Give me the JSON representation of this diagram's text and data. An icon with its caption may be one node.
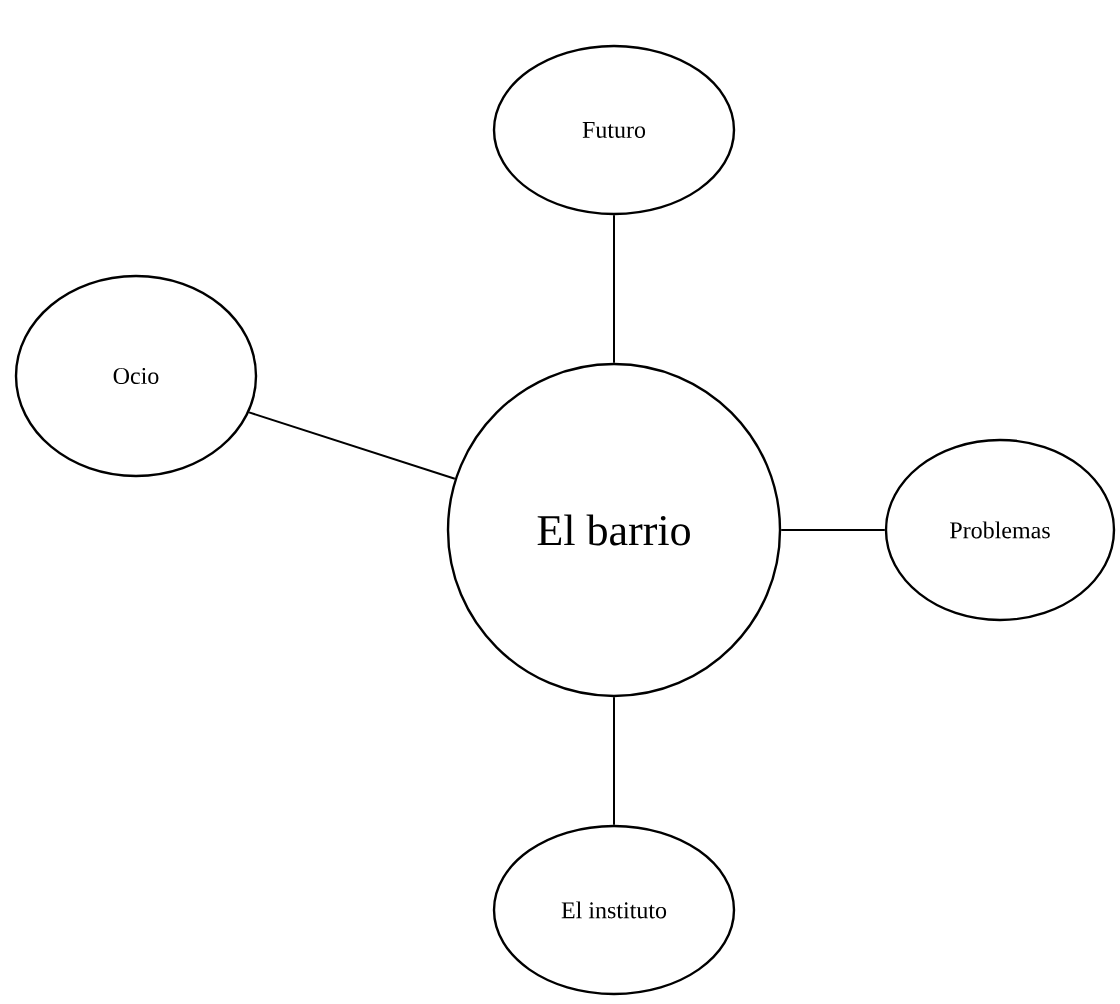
{
  "diagram": {
    "nodes": [
      {
        "text": [
          "Futuro"
        ]
      },
      {
        "text": [
          "Ocio"
        ]
      },
      {
        "text": [
          "El barrio"
        ]
      },
      {
        "text": [
          "Problemas"
        ]
      },
      {
        "text": [
          "El instituto"
        ]
      }
    ],
    "edges": [
      {
        "from": 2,
        "to": 0,
        "arrow": "none"
      },
      {
        "from": 2,
        "to": 1,
        "arrow": "none"
      },
      {
        "from": 2,
        "to": 3,
        "arrow": "none"
      },
      {
        "from": 2,
        "to": 4,
        "arrow": "none"
      }
    ]
  }
}
